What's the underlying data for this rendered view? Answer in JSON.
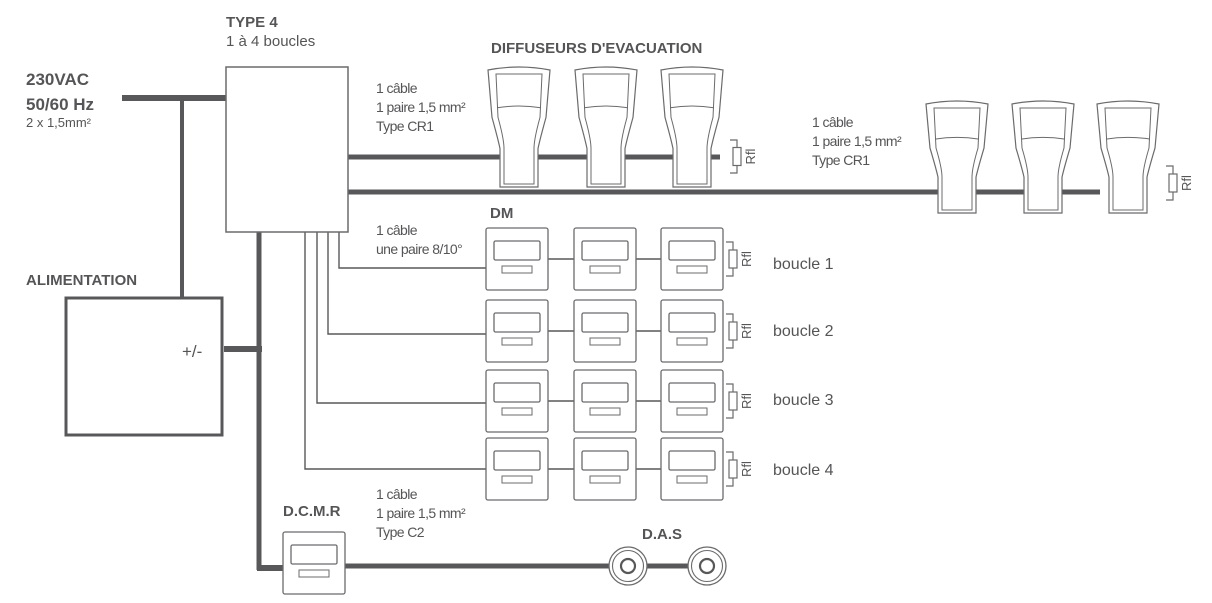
{
  "colors": {
    "wire": "#58585a",
    "stroke": "#6b6b6d",
    "text": "#555557",
    "background": "#ffffff"
  },
  "power": {
    "voltage": "230VAC",
    "frequency": "50/60 Hz",
    "cable": "2 x 1,5mm²"
  },
  "controller": {
    "title": "TYPE 4",
    "subtitle": "1 à 4 boucles"
  },
  "supply": {
    "label": "ALIMENTATION",
    "terminal": "+/-"
  },
  "diffusers": {
    "title": "DIFFUSEURS D'EVACUATION",
    "line1_cable": [
      "1 câble",
      "1 paire 1,5 mm²",
      "Type CR1"
    ],
    "line2_cable": [
      "1 câble",
      "1 paire 1,5 mm²",
      "Type CR1"
    ],
    "line1_count": 3,
    "line2_count": 3,
    "resistor_label": "Rfl"
  },
  "detectors": {
    "title": "DM",
    "cable": [
      "1 câble",
      "une paire 8/10°"
    ],
    "resistor_label": "Rfl",
    "loops": [
      {
        "label": "boucle 1",
        "count": 3
      },
      {
        "label": "boucle 2",
        "count": 3
      },
      {
        "label": "boucle 3",
        "count": 3
      },
      {
        "label": "boucle 4",
        "count": 3
      }
    ]
  },
  "dcmr": {
    "title": "D.C.M.R",
    "cable": [
      "1 câble",
      "1 paire 1,5 mm²",
      "Type C2"
    ]
  },
  "das": {
    "title": "D.A.S",
    "count": 2
  }
}
